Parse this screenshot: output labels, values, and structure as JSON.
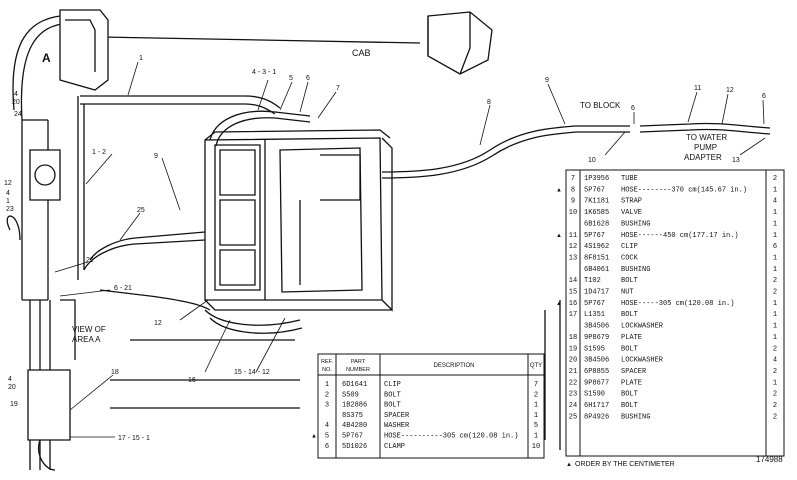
{
  "diagram": {
    "labels": {
      "cab": "CAB",
      "to_block": "TO BLOCK",
      "to_water_pump": "TO WATER",
      "pump": "PUMP",
      "adapter": "ADAPTER",
      "area_a": "A",
      "view_of": "VIEW OF",
      "area_a_caption": "AREA A",
      "figure_number": "174988"
    },
    "callouts": [
      {
        "id": "c1",
        "text": "1"
      },
      {
        "id": "c2",
        "text": "4 - 3 - 1"
      },
      {
        "id": "c3",
        "text": "5"
      },
      {
        "id": "c4",
        "text": "6"
      },
      {
        "id": "c5",
        "text": "7"
      },
      {
        "id": "c6",
        "text": "9"
      },
      {
        "id": "c7",
        "text": "8"
      },
      {
        "id": "c8",
        "text": "6"
      },
      {
        "id": "c9",
        "text": "11"
      },
      {
        "id": "c10",
        "text": "12"
      },
      {
        "id": "c11",
        "text": "6"
      },
      {
        "id": "c12",
        "text": "10"
      },
      {
        "id": "c13",
        "text": "13"
      },
      {
        "id": "c14",
        "text": "1 - 2"
      },
      {
        "id": "c15",
        "text": "9"
      },
      {
        "id": "c16",
        "text": "25"
      },
      {
        "id": "c17",
        "text": "22"
      },
      {
        "id": "c18",
        "text": "6 - 21"
      },
      {
        "id": "c19",
        "text": "12"
      },
      {
        "id": "c20",
        "text": "16"
      },
      {
        "id": "c21",
        "text": "15 - 14 - 12"
      },
      {
        "id": "c22",
        "text": "18"
      },
      {
        "id": "c23",
        "text": "17 - 15 - 1"
      },
      {
        "id": "c24",
        "text": "4"
      },
      {
        "id": "c25",
        "text": "20"
      },
      {
        "id": "c26",
        "text": "24"
      },
      {
        "id": "c27",
        "text": "12"
      },
      {
        "id": "c28",
        "text": "4"
      },
      {
        "id": "c29",
        "text": "1"
      },
      {
        "id": "c30",
        "text": "23"
      },
      {
        "id": "c31",
        "text": "4"
      },
      {
        "id": "c32",
        "text": "20"
      },
      {
        "id": "c33",
        "text": "19"
      }
    ]
  },
  "parts_table_left": {
    "headers": {
      "ref": "REF.",
      "no": "NO.",
      "part": "PART",
      "number": "NUMBER",
      "description": "DESCRIPTION",
      "qty": "QTY"
    },
    "rows": [
      {
        "ref": "1",
        "part": "6D1641",
        "desc": "CLIP",
        "qty": "7",
        "mark": ""
      },
      {
        "ref": "2",
        "part": "S509",
        "desc": "BOLT",
        "qty": "2",
        "mark": ""
      },
      {
        "ref": "3",
        "part": "1B2886",
        "desc": "BOLT",
        "qty": "1",
        "mark": ""
      },
      {
        "ref": "",
        "part": "8S375",
        "desc": "SPACER",
        "qty": "1",
        "mark": ""
      },
      {
        "ref": "4",
        "part": "4B4280",
        "desc": "WASHER",
        "qty": "5",
        "mark": ""
      },
      {
        "ref": "5",
        "part": "5P767",
        "desc": "HOSE----------305 cm(120.08 in.)",
        "qty": "1",
        "mark": "▲"
      },
      {
        "ref": "6",
        "part": "5D1026",
        "desc": "CLAMP",
        "qty": "10",
        "mark": ""
      }
    ]
  },
  "parts_table_right": {
    "rows": [
      {
        "ref": "7",
        "part": "1P3956",
        "desc": "TUBE",
        "qty": "2",
        "mark": ""
      },
      {
        "ref": "8",
        "part": "5P767",
        "desc": "HOSE--------370 cm(145.67 in.)",
        "qty": "1",
        "mark": "▲"
      },
      {
        "ref": "9",
        "part": "7K1181",
        "desc": "STRAP",
        "qty": "4",
        "mark": ""
      },
      {
        "ref": "10",
        "part": "1K6585",
        "desc": "VALVE",
        "qty": "1",
        "mark": ""
      },
      {
        "ref": "",
        "part": "6B1628",
        "desc": "BUSHING",
        "qty": "1",
        "mark": ""
      },
      {
        "ref": "11",
        "part": "5P767",
        "desc": "HOSE------450 cm(177.17 in.)",
        "qty": "1",
        "mark": "▲"
      },
      {
        "ref": "12",
        "part": "4S1962",
        "desc": "CLIP",
        "qty": "6",
        "mark": ""
      },
      {
        "ref": "13",
        "part": "8F8151",
        "desc": "COCK",
        "qty": "1",
        "mark": ""
      },
      {
        "ref": "",
        "part": "6B4061",
        "desc": "BUSHING",
        "qty": "1",
        "mark": ""
      },
      {
        "ref": "14",
        "part": "T102",
        "desc": "BOLT",
        "qty": "2",
        "mark": ""
      },
      {
        "ref": "15",
        "part": "1D4717",
        "desc": "NUT",
        "qty": "2",
        "mark": ""
      },
      {
        "ref": "16",
        "part": "5P767",
        "desc": "HOSE-----305 cm(120.08 in.)",
        "qty": "1",
        "mark": "▲"
      },
      {
        "ref": "17",
        "part": "L1351",
        "desc": "BOLT",
        "qty": "1",
        "mark": ""
      },
      {
        "ref": "",
        "part": "3B4506",
        "desc": "LOCKWASHER",
        "qty": "1",
        "mark": ""
      },
      {
        "ref": "18",
        "part": "9P8679",
        "desc": "PLATE",
        "qty": "1",
        "mark": ""
      },
      {
        "ref": "19",
        "part": "S1595",
        "desc": "BOLT",
        "qty": "2",
        "mark": ""
      },
      {
        "ref": "20",
        "part": "3B4506",
        "desc": "LOCKWASHER",
        "qty": "4",
        "mark": ""
      },
      {
        "ref": "21",
        "part": "6P8855",
        "desc": "SPACER",
        "qty": "2",
        "mark": ""
      },
      {
        "ref": "22",
        "part": "9P8677",
        "desc": "PLATE",
        "qty": "1",
        "mark": ""
      },
      {
        "ref": "23",
        "part": "S1590",
        "desc": "BOLT",
        "qty": "2",
        "mark": ""
      },
      {
        "ref": "24",
        "part": "6H1717",
        "desc": "BOLT",
        "qty": "2",
        "mark": ""
      },
      {
        "ref": "25",
        "part": "8P4926",
        "desc": "BUSHING",
        "qty": "2",
        "mark": ""
      }
    ],
    "footnote": "ORDER BY THE CENTIMETER",
    "footnote_mark": "▲"
  }
}
